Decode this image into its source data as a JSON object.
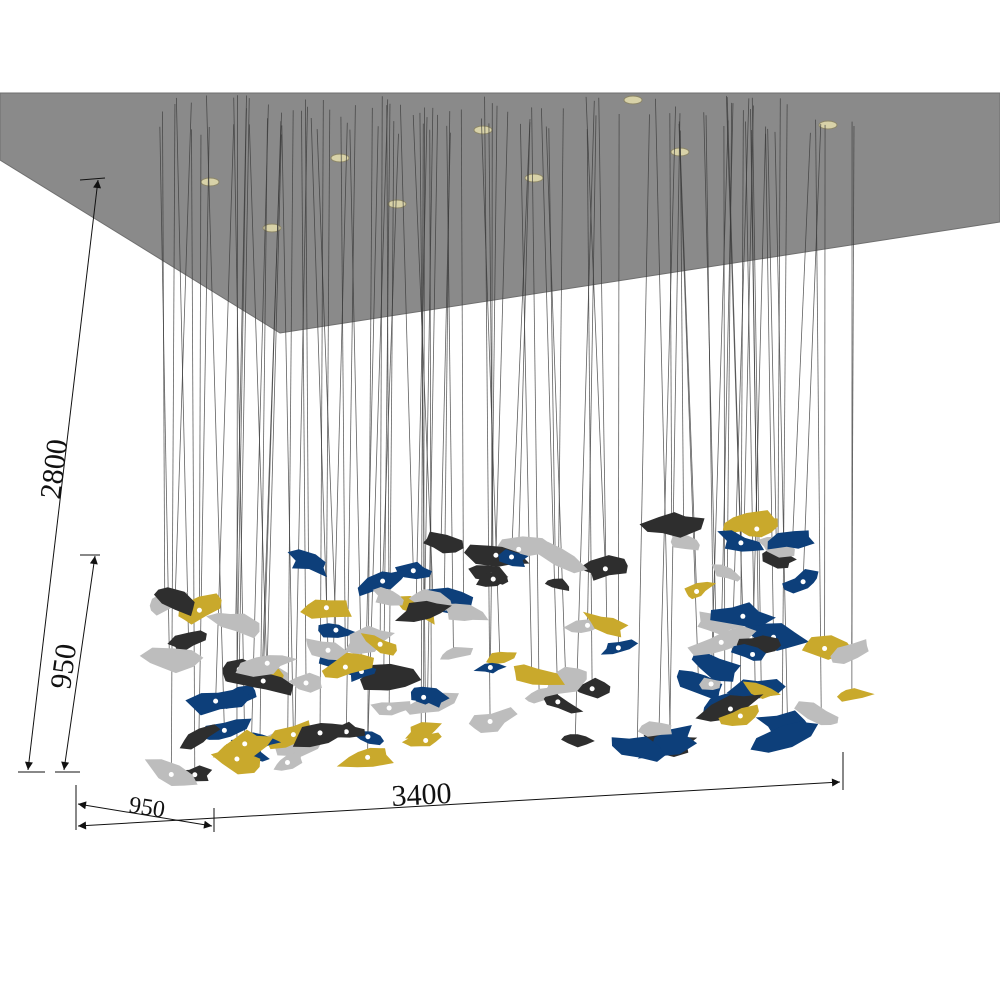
{
  "dimensions": {
    "total_height": "2800",
    "drop_height": "950",
    "length": "3400",
    "width": "950"
  },
  "colors": {
    "ceiling": "#8a8a8a",
    "ceiling_edge": "#6f6f6f",
    "canopy": "#d8d2a8",
    "wire": "#3a3a3a",
    "fragment_gold": "#c9a92c",
    "fragment_blue": "#0d3f7a",
    "fragment_dark": "#2e2e2e",
    "fragment_silver": "#bdbdbd",
    "dimension_line": "#111111"
  },
  "fragment_count": 110
}
